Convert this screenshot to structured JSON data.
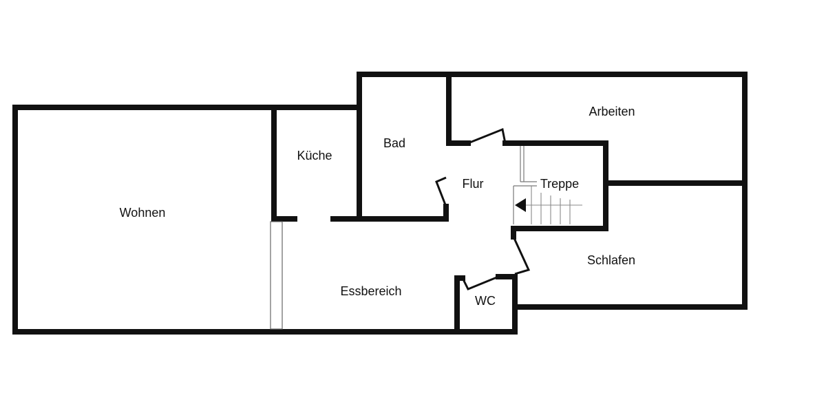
{
  "rooms": {
    "wohnen": "Wohnen",
    "kueche": "Küche",
    "bad": "Bad",
    "arbeiten": "Arbeiten",
    "flur": "Flur",
    "treppe": "Treppe",
    "schlafen": "Schlafen",
    "essbereich": "Essbereich",
    "wc": "WC"
  }
}
